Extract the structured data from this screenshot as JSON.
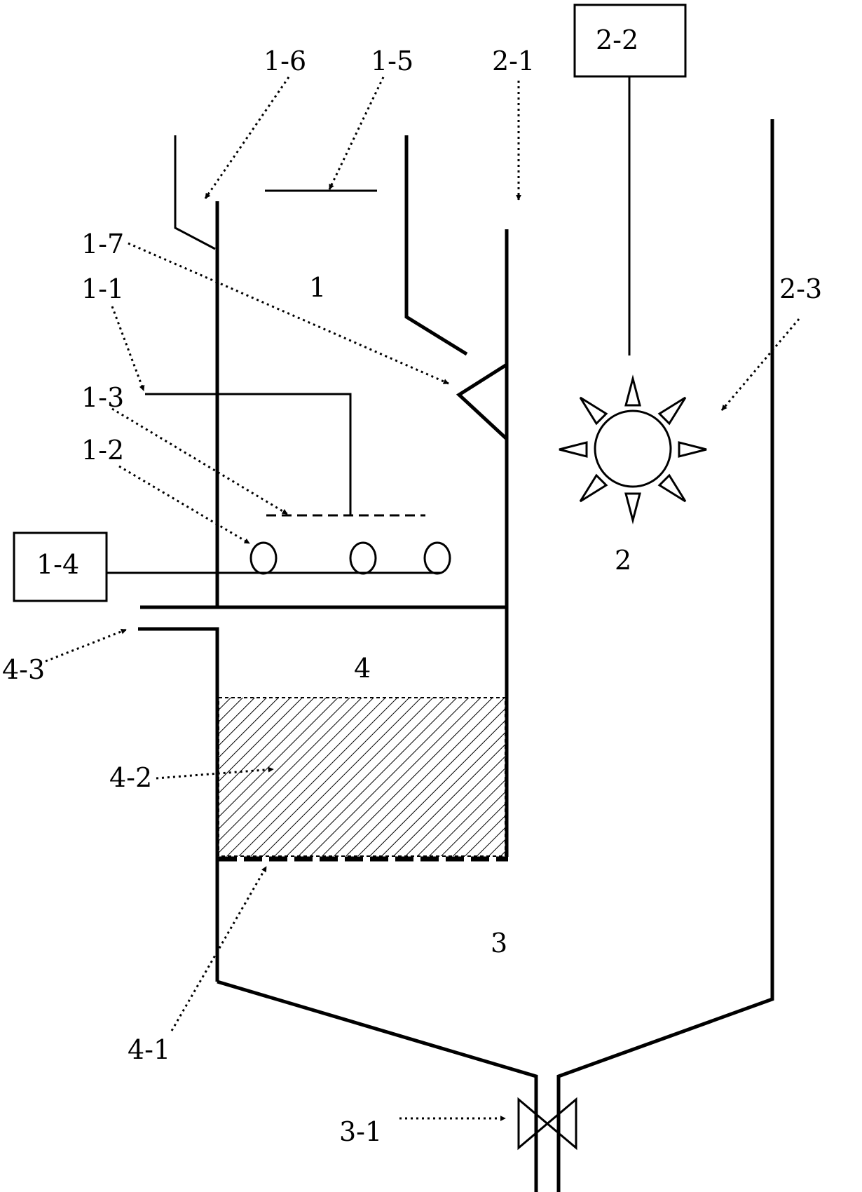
{
  "labels": {
    "l1_6": "1-6",
    "l1_5": "1-5",
    "l2_1": "2-1",
    "l2_2": "2-2",
    "l1_7": "1-7",
    "l1_1": "1-1",
    "l1_3": "1-3",
    "l1_2": "1-2",
    "l1_4": "1-4",
    "l2_3": "2-3",
    "l4_3": "4-3",
    "l4_2": "4-2",
    "l4_1": "4-1",
    "l3_1": "3-1",
    "zone1": "1",
    "zone2": "2",
    "zone3": "3",
    "zone4": "4"
  },
  "colors": {
    "line": "#000000",
    "background": "#ffffff"
  }
}
